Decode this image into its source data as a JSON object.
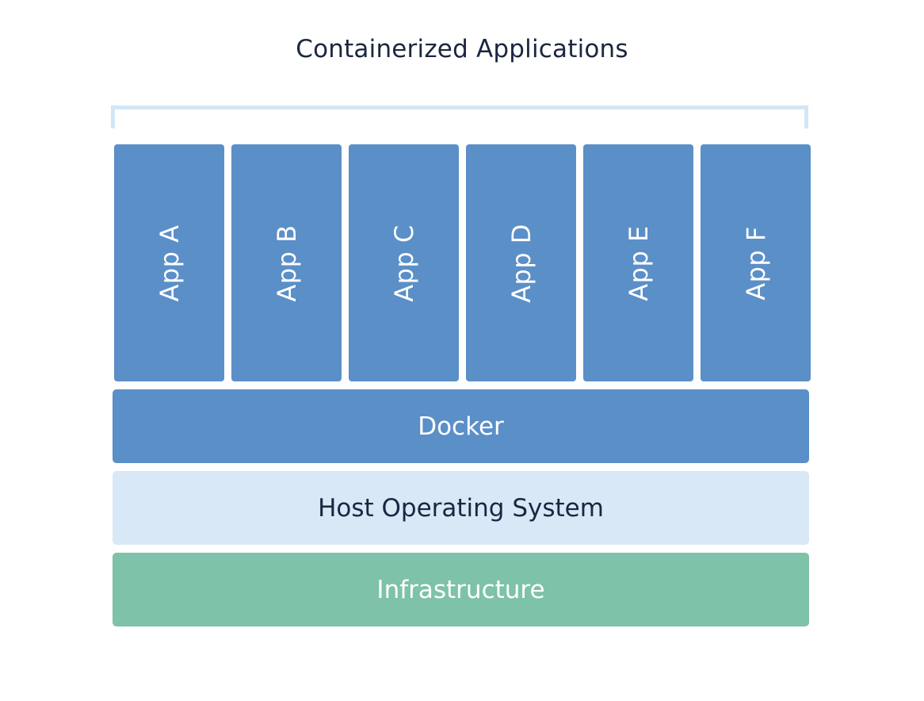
{
  "title": "Containerized Applications",
  "apps": [
    "App A",
    "App B",
    "App C",
    "App D",
    "App E",
    "App F"
  ],
  "layers": {
    "docker": "Docker",
    "host": "Host Operating System",
    "infrastructure": "Infrastructure"
  },
  "colors": {
    "app_blue": "#5b8fc8",
    "host_light_blue": "#d8e8f7",
    "infrastructure_green": "#7dc2a9",
    "bracket": "#d3e6f6",
    "title_text": "#1b2640"
  }
}
